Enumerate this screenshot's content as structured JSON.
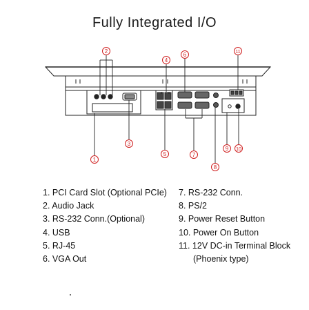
{
  "title": "Fully Integrated I/O",
  "callouts": {
    "c1": "1",
    "c2": "2",
    "c3": "3",
    "c4": "4",
    "c5": "5",
    "c6": "6",
    "c7": "7",
    "c8": "8",
    "c9": "9",
    "c10": "10",
    "c11": "11"
  },
  "legend": {
    "left": [
      "1. PCI Card Slot (Optional PCIe)",
      "2. Audio Jack",
      "3. RS-232 Conn.(Optional)",
      "4. USB",
      "5. RJ-45",
      "6. VGA Out"
    ],
    "right": [
      "7. RS-232 Conn.",
      "8. PS/2",
      "9. Power Reset Button",
      "10. Power On Button",
      "11. 12V DC-in Terminal Block",
      "(Phoenix type)"
    ]
  },
  "colors": {
    "callout": "#d02020",
    "line": "#222222"
  }
}
